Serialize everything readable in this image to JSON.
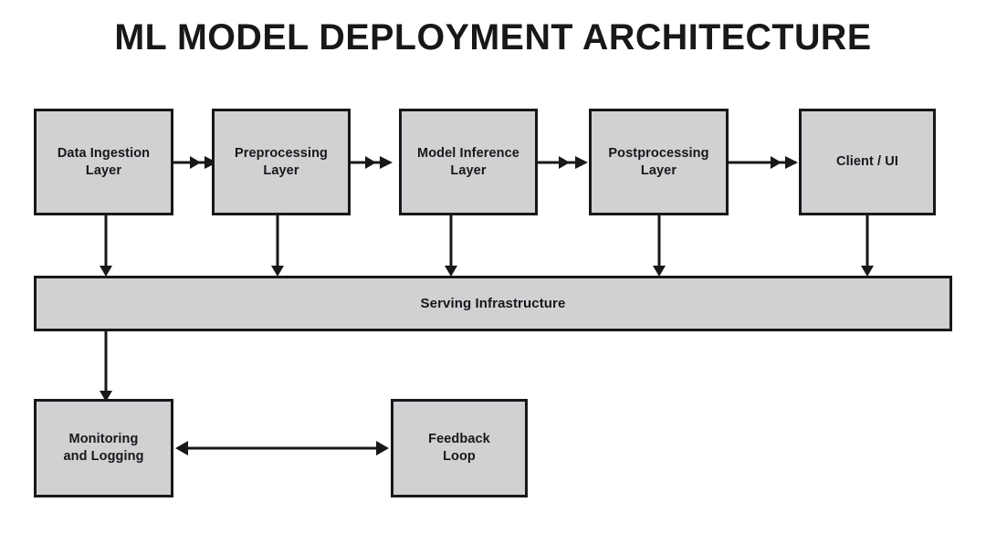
{
  "title": "ML MODEL DEPLOYMENT ARCHITECTURE",
  "theme": {
    "background": "#ffffff",
    "node_fill": "#d1d0d3",
    "node_border": "#16181a",
    "text_color": "#16181a",
    "connector_color": "#16181a"
  },
  "pipeline": {
    "nodes": [
      {
        "id": "data-ingestion-layer",
        "label": "Data Ingestion\nLayer"
      },
      {
        "id": "preprocessing-layer",
        "label": "Preprocessing\nLayer"
      },
      {
        "id": "model-inference-layer",
        "label": "Model Inference\nLayer"
      },
      {
        "id": "postprocessing-layer",
        "label": "Postprocessing\nLayer"
      },
      {
        "id": "client-ui",
        "label": "Client / UI"
      }
    ]
  },
  "infrastructure": {
    "id": "serving-infrastructure",
    "label": "Serving Infrastructure"
  },
  "operations": {
    "nodes": [
      {
        "id": "monitoring-and-logging",
        "label": "Monitoring\nand Logging"
      },
      {
        "id": "feedback-loop",
        "label": "Feedback\nLoop"
      }
    ]
  },
  "connectors": [
    {
      "id": "ingestion-to-preprocessing",
      "kind": "flow-right",
      "heads": 2,
      "from": "data-ingestion-layer",
      "to": "preprocessing-layer"
    },
    {
      "id": "preprocessing-to-inference",
      "kind": "flow-right",
      "heads": 2,
      "from": "preprocessing-layer",
      "to": "model-inference-layer"
    },
    {
      "id": "inference-to-postprocessing",
      "kind": "flow-right",
      "heads": 2,
      "from": "model-inference-layer",
      "to": "postprocessing-layer"
    },
    {
      "id": "postprocessing-to-client",
      "kind": "flow-right",
      "heads": 2,
      "from": "postprocessing-layer",
      "to": "client-ui"
    },
    {
      "id": "ingestion-to-infrastructure",
      "kind": "flow-down",
      "heads": 1,
      "from": "data-ingestion-layer",
      "to": "serving-infrastructure"
    },
    {
      "id": "preprocessing-to-infrastructure",
      "kind": "flow-down",
      "heads": 1,
      "from": "preprocessing-layer",
      "to": "serving-infrastructure"
    },
    {
      "id": "inference-to-infrastructure",
      "kind": "flow-down",
      "heads": 1,
      "from": "model-inference-layer",
      "to": "serving-infrastructure"
    },
    {
      "id": "postprocessing-to-infrastructure",
      "kind": "flow-down",
      "heads": 1,
      "from": "postprocessing-layer",
      "to": "serving-infrastructure"
    },
    {
      "id": "client-to-infrastructure",
      "kind": "flow-down",
      "heads": 1,
      "from": "client-ui",
      "to": "serving-infrastructure"
    },
    {
      "id": "infrastructure-to-monitoring",
      "kind": "flow-down",
      "heads": 1,
      "from": "serving-infrastructure",
      "to": "monitoring-and-logging"
    },
    {
      "id": "monitoring-feedback-link",
      "kind": "bidirectional",
      "heads": 2,
      "from": "monitoring-and-logging",
      "to": "feedback-loop"
    }
  ]
}
